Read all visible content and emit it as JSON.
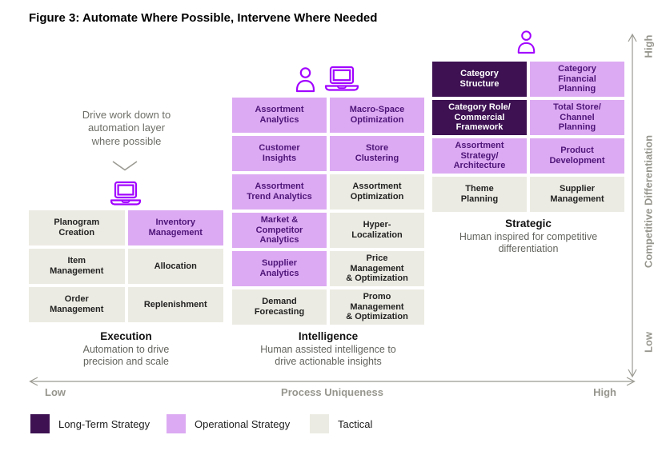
{
  "title": "Figure 3: Automate Where Possible, Intervene Where Needed",
  "annotation": {
    "text": "Drive work down to\nautomation layer\nwhere possible"
  },
  "icons": {
    "annotation": "chevron-down-icon",
    "execution": [
      "laptop-icon"
    ],
    "intelligence": [
      "person-icon",
      "laptop-icon"
    ],
    "strategic": [
      "person-icon"
    ]
  },
  "colors": {
    "long_term": "#3d1152",
    "operational": "#dcaaf2",
    "tactical": "#ecebe3",
    "icon_purple": "#a100ff",
    "axis_gray": "#97968e"
  },
  "groups": {
    "execution": {
      "label": "Execution",
      "description": "Automation to drive\nprecision and scale",
      "boxes": [
        {
          "label": "Planogram\nCreation",
          "type": "tactical"
        },
        {
          "label": "Inventory\nManagement",
          "type": "operational"
        },
        {
          "label": "Item\nManagement",
          "type": "tactical"
        },
        {
          "label": "Allocation",
          "type": "tactical"
        },
        {
          "label": "Order\nManagement",
          "type": "tactical"
        },
        {
          "label": "Replenishment",
          "type": "tactical"
        }
      ]
    },
    "intelligence": {
      "label": "Intelligence",
      "description": "Human assisted intelligence to\ndrive actionable insights",
      "boxes": [
        {
          "label": "Assortment\nAnalytics",
          "type": "operational"
        },
        {
          "label": "Macro-Space\nOptimization",
          "type": "operational"
        },
        {
          "label": "Customer\nInsights",
          "type": "operational"
        },
        {
          "label": "Store\nClustering",
          "type": "operational"
        },
        {
          "label": "Assortment\nTrend Analytics",
          "type": "operational"
        },
        {
          "label": "Assortment\nOptimization",
          "type": "tactical"
        },
        {
          "label": "Market &\nCompetitor\nAnalytics",
          "type": "operational"
        },
        {
          "label": "Hyper-\nLocalization",
          "type": "tactical"
        },
        {
          "label": "Supplier\nAnalytics",
          "type": "operational"
        },
        {
          "label": "Price\nManagement\n& Optimization",
          "type": "tactical"
        },
        {
          "label": "Demand\nForecasting",
          "type": "tactical"
        },
        {
          "label": "Promo\nManagement\n& Optimization",
          "type": "tactical"
        }
      ]
    },
    "strategic": {
      "label": "Strategic",
      "description": "Human inspired for competitive\ndifferentiation",
      "boxes": [
        {
          "label": "Category\nStructure",
          "type": "longterm"
        },
        {
          "label": "Category\nFinancial\nPlanning",
          "type": "operational"
        },
        {
          "label": "Category Role/\nCommercial\nFramework",
          "type": "longterm"
        },
        {
          "label": "Total Store/\nChannel\nPlanning",
          "type": "operational"
        },
        {
          "label": "Assortment\nStrategy/\nArchitecture",
          "type": "operational"
        },
        {
          "label": "Product\nDevelopment",
          "type": "operational"
        },
        {
          "label": "Theme\nPlanning",
          "type": "tactical"
        },
        {
          "label": "Supplier\nManagement",
          "type": "tactical"
        }
      ]
    }
  },
  "axes": {
    "x": {
      "label": "Process Uniqueness",
      "min": "Low",
      "max": "High"
    },
    "y": {
      "label": "Competitive Differentiation",
      "min": "Low",
      "max": "High"
    }
  },
  "legend": [
    {
      "label": "Long-Term Strategy",
      "type": "longterm"
    },
    {
      "label": "Operational Strategy",
      "type": "operational"
    },
    {
      "label": "Tactical",
      "type": "tactical"
    }
  ]
}
